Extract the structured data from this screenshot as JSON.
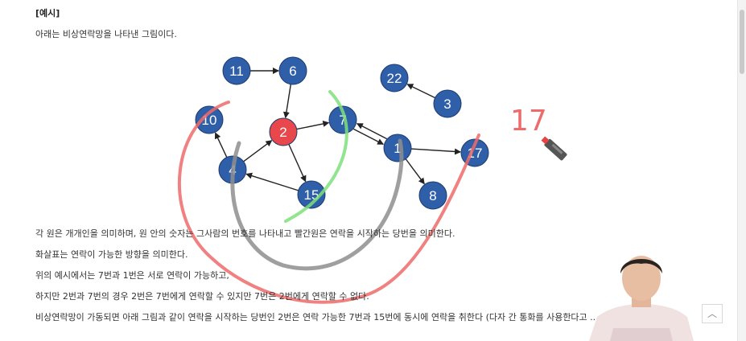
{
  "content": {
    "heading": "[예시]",
    "intro": "아래는 비상연락망을 나타낸 그림이다.",
    "paragraphs": [
      "각 원은 개개인을 의미하며, 원 안의 숫자는 그사람의 번호를 나타내고 빨간원은 연락을 시작하는 당번을 의미한다.",
      "화살표는 연락이 가능한 방향을 의미한다.",
      "위의 예시에서는 7번과 1번은 서로 연락이 가능하고,",
      "하지만 2번과 7번의 경우 2번은 7번에게 연락할 수 있지만 7번은 2번에게 연락할 수 없다.",
      "비상연락망이 가동되면 아래 그림과 같이 연락을 시작하는 당번인 2번은 연락 가능한 7번과 15번에 동시에 연락을 취한다 (다자 간 통화를 사용한다고 ..."
    ]
  },
  "graph": {
    "nodes": [
      {
        "id": "11",
        "label": "11",
        "start": false
      },
      {
        "id": "6",
        "label": "6",
        "start": false
      },
      {
        "id": "22",
        "label": "22",
        "start": false
      },
      {
        "id": "3",
        "label": "3",
        "start": false
      },
      {
        "id": "10",
        "label": "10",
        "start": false
      },
      {
        "id": "2",
        "label": "2",
        "start": true
      },
      {
        "id": "7",
        "label": "7",
        "start": false
      },
      {
        "id": "1",
        "label": "1",
        "start": false
      },
      {
        "id": "17",
        "label": "17",
        "start": false
      },
      {
        "id": "4",
        "label": "4",
        "start": false
      },
      {
        "id": "15",
        "label": "15",
        "start": false
      },
      {
        "id": "8",
        "label": "8",
        "start": false
      }
    ],
    "edges": [
      {
        "from": "11",
        "to": "6"
      },
      {
        "from": "6",
        "to": "2"
      },
      {
        "from": "3",
        "to": "22"
      },
      {
        "from": "2",
        "to": "7"
      },
      {
        "from": "2",
        "to": "15"
      },
      {
        "from": "4",
        "to": "2"
      },
      {
        "from": "4",
        "to": "10"
      },
      {
        "from": "15",
        "to": "4"
      },
      {
        "from": "7",
        "to": "1"
      },
      {
        "from": "1",
        "to": "7"
      },
      {
        "from": "1",
        "to": "17"
      },
      {
        "from": "1",
        "to": "8"
      }
    ],
    "colors": {
      "node": "#2f5fa8",
      "start": "#e8474c",
      "edge": "#222222",
      "annotation_red": "#ee6b6b",
      "annotation_green": "#7ee07a",
      "annotation_gray": "#8e8e8e"
    }
  },
  "annotation": {
    "handwritten": "17",
    "pen_icon": "marker-pen-icon"
  },
  "ui": {
    "scroll_top_icon": "chevron-up-icon",
    "scroll_top_glyph": "︿"
  }
}
